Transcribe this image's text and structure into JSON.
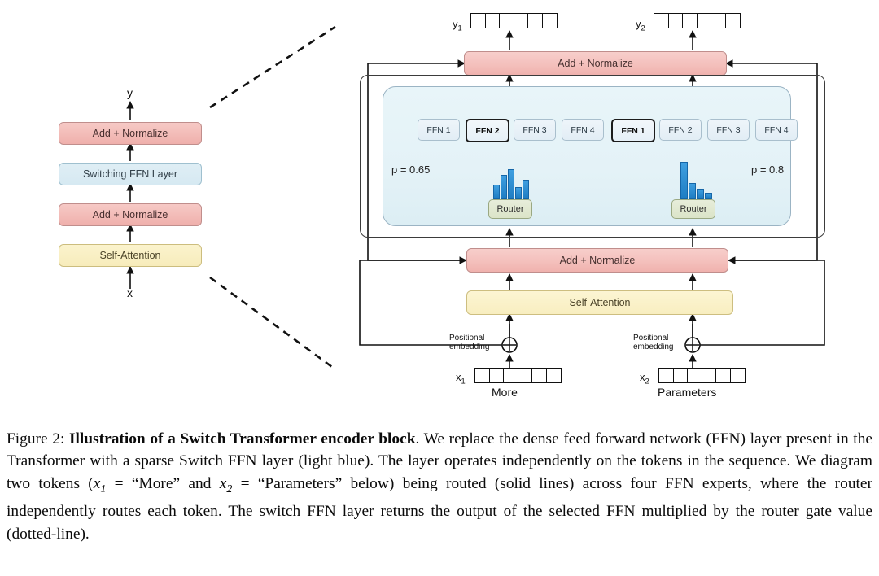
{
  "figure": {
    "number": "Figure 2:",
    "title_bold": "Illustration of a Switch Transformer encoder block",
    "caption_rest": ". We replace the dense feed forward network (FFN) layer present in the Transformer with a sparse Switch FFN layer (light blue). The layer operates independently on the tokens in the sequence. We diagram two tokens (",
    "caption_mid": " = “More” and ",
    "caption_mid2": " = “Parameters” below) being routed (solid lines) across four FFN experts, where the router independently routes each token. The switch FFN layer returns the output of the selected FFN multiplied by the router gate value (dotted-line).",
    "x1_math": "x",
    "x1_sub": "1",
    "x2_math": "x",
    "x2_sub": "2"
  },
  "left_panel": {
    "output_label": "y",
    "input_label": "x",
    "blocks": [
      {
        "label": "Add + Normalize",
        "style": "pink"
      },
      {
        "label": "Switching FFN Layer",
        "style": "blue"
      },
      {
        "label": "Add + Normalize",
        "style": "pink"
      },
      {
        "label": "Self-Attention",
        "style": "yellow"
      }
    ]
  },
  "right_panel": {
    "top_addnorm": "Add + Normalize",
    "bottom_addnorm": "Add + Normalize",
    "self_attention": "Self-Attention",
    "outputs": [
      {
        "name": "y",
        "sub": "1",
        "cells": 6
      },
      {
        "name": "y",
        "sub": "2",
        "cells": 6
      }
    ],
    "inputs": [
      {
        "name": "x",
        "sub": "1",
        "cells": 6,
        "word": "More",
        "positional": "Positional\nembedding"
      },
      {
        "name": "x",
        "sub": "2",
        "cells": 6,
        "word": "Parameters",
        "positional": "Positional\nembedding"
      }
    ],
    "positional_line1": "Positional",
    "positional_line2": "embedding",
    "router_label": "Router",
    "multiply_symbol": "⊗",
    "add_symbol": "⊕",
    "experts": [
      {
        "token": "More",
        "gate_label": "p = 0.65",
        "gate_value": 0.65,
        "selected_index": 1,
        "names": [
          "FFN 1",
          "FFN 2",
          "FFN 3",
          "FFN 4"
        ],
        "router_distribution": [
          0.28,
          0.52,
          0.65,
          0.22,
          0.38
        ]
      },
      {
        "token": "Parameters",
        "gate_label": "p = 0.8",
        "gate_value": 0.8,
        "selected_index": 0,
        "names": [
          "FFN 1",
          "FFN 2",
          "FFN 3",
          "FFN 4"
        ],
        "router_distribution": [
          0.8,
          0.3,
          0.18,
          0.1
        ]
      }
    ]
  },
  "colors": {
    "add_normalize": "#f3bdb9",
    "self_attention": "#f8eec0",
    "switching_ffn": "#dfeef5",
    "switch_container": "#e4f2f7",
    "router": "#dbe4c8",
    "histogram_bar": "#1f7ec4",
    "expert_box": "#e2edf5"
  }
}
